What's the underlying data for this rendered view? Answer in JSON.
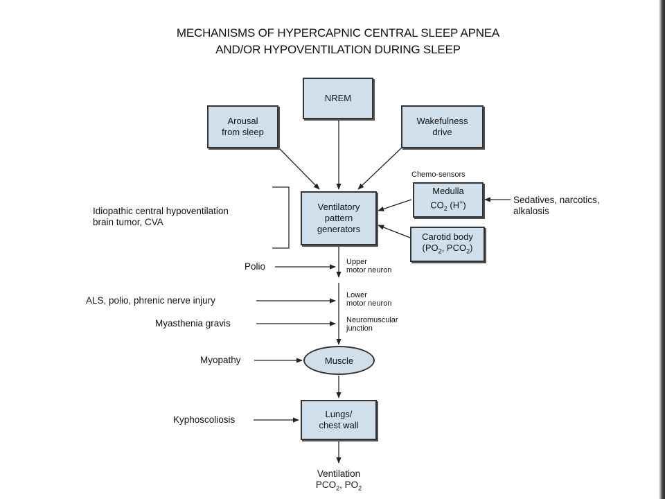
{
  "title": {
    "line1": "MECHANISMS OF HYPERCAPNIC CENTRAL SLEEP APNEA",
    "line2": "AND/OR HYPOVENTILATION DURING SLEEP"
  },
  "nodes": {
    "nrem": "NREM",
    "arousal": {
      "line1": "Arousal",
      "line2": "from sleep"
    },
    "wakefulness": {
      "line1": "Wakefulness",
      "line2": "drive"
    },
    "ventilatory": {
      "line1": "Ventilatory",
      "line2": "pattern",
      "line3": "generators"
    },
    "chemosensors": "Chemo-sensors",
    "medulla": {
      "line1": "Medulla",
      "line2": "CO",
      "line2_sub": "2",
      "line2_rest": " (H",
      "line2_sup": "+",
      "line2_end": ")"
    },
    "carotid": {
      "line1": "Carotid body",
      "line2_a": "(PO",
      "line2_sub1": "2",
      "line2_b": ", PCO",
      "line2_sub2": "2",
      "line2_c": ")"
    },
    "muscle": "Muscle",
    "lungs": {
      "line1": "Lungs/",
      "line2": "chest wall"
    },
    "ventilation": {
      "line1": "Ventilation",
      "line2_a": "PCO",
      "line2_sub1": "2",
      "line2_b": ", PO",
      "line2_sub2": "2"
    }
  },
  "inputs": {
    "sedatives": {
      "line1": "Sedatives, narcotics,",
      "line2": "alkalosis"
    },
    "idiopathic": {
      "line1": "Idiopathic central hypoventilation",
      "line2": "brain tumor, CVA"
    },
    "polio": "Polio",
    "als": "ALS, polio, phrenic nerve injury",
    "myasthenia": "Myasthenia gravis",
    "myopathy": "Myopathy",
    "kyphoscoliosis": "Kyphoscoliosis"
  },
  "levels": {
    "upper": {
      "line1": "Upper",
      "line2": "motor neuron"
    },
    "lower": {
      "line1": "Lower",
      "line2": "motor neuron"
    },
    "nmj": {
      "line1": "Neuromuscular",
      "line2": "junction"
    }
  }
}
